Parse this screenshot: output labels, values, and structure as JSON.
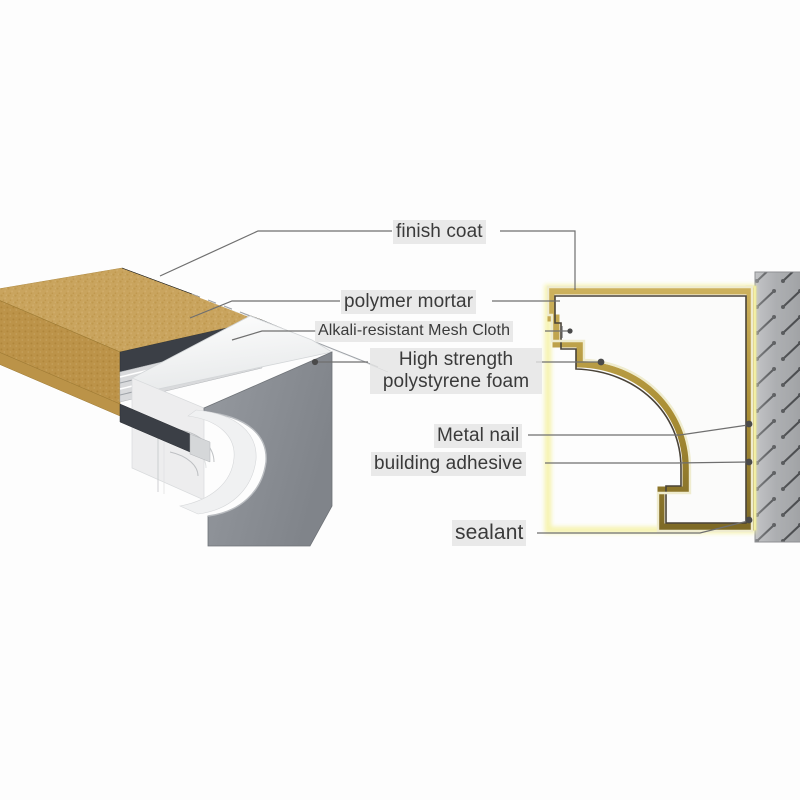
{
  "diagram": {
    "title": "EPS cornice moulding wall assembly cutaway",
    "background_color": "#fdfdfd",
    "labels": {
      "finish_coat": "finish coat",
      "polymer_mortar": "polymer mortar",
      "mesh_cloth": "Alkali-resistant Mesh Cloth",
      "foam_line1": "High strength",
      "foam_line2": "polystyrene foam",
      "metal_nail": "Metal nail",
      "building_adhesive": "building adhesive",
      "sealant": "sealant"
    },
    "colors": {
      "finish_coat": "#c29a53",
      "finish_coat_top": "#c9a45e",
      "finish_coat_dark": "#a8823c",
      "polymer_mortar": "#3b3f46",
      "mesh_cloth": "#d9dadc",
      "foam_white": "#f4f5f6",
      "foam_face_gray": "#8d9197",
      "wall_gray": "#a9abae",
      "adhesive_yellow": "#f2f0a8",
      "profile_gold": "#b5983f",
      "profile_gold_dark": "#6d5c23",
      "leader_line": "#6b6b6b",
      "label_text": "#3a3a3a",
      "label_bg": "#e4e4e4"
    },
    "components": {
      "block": "layered 3D cutaway block",
      "profile": "cove cornice cross-section",
      "wall": "hatched masonry wall"
    }
  }
}
